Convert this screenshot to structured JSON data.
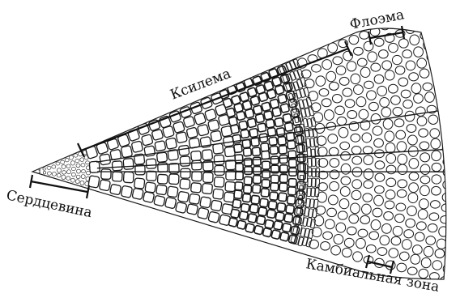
{
  "diagram": {
    "labels": {
      "xylem": "Ксилема",
      "phloem": "Флоэма",
      "pith": "Сердцевина",
      "cambium": "Камбиальная зона"
    },
    "colors": {
      "ink": "#1a1a1a",
      "background": "#ffffff"
    }
  }
}
